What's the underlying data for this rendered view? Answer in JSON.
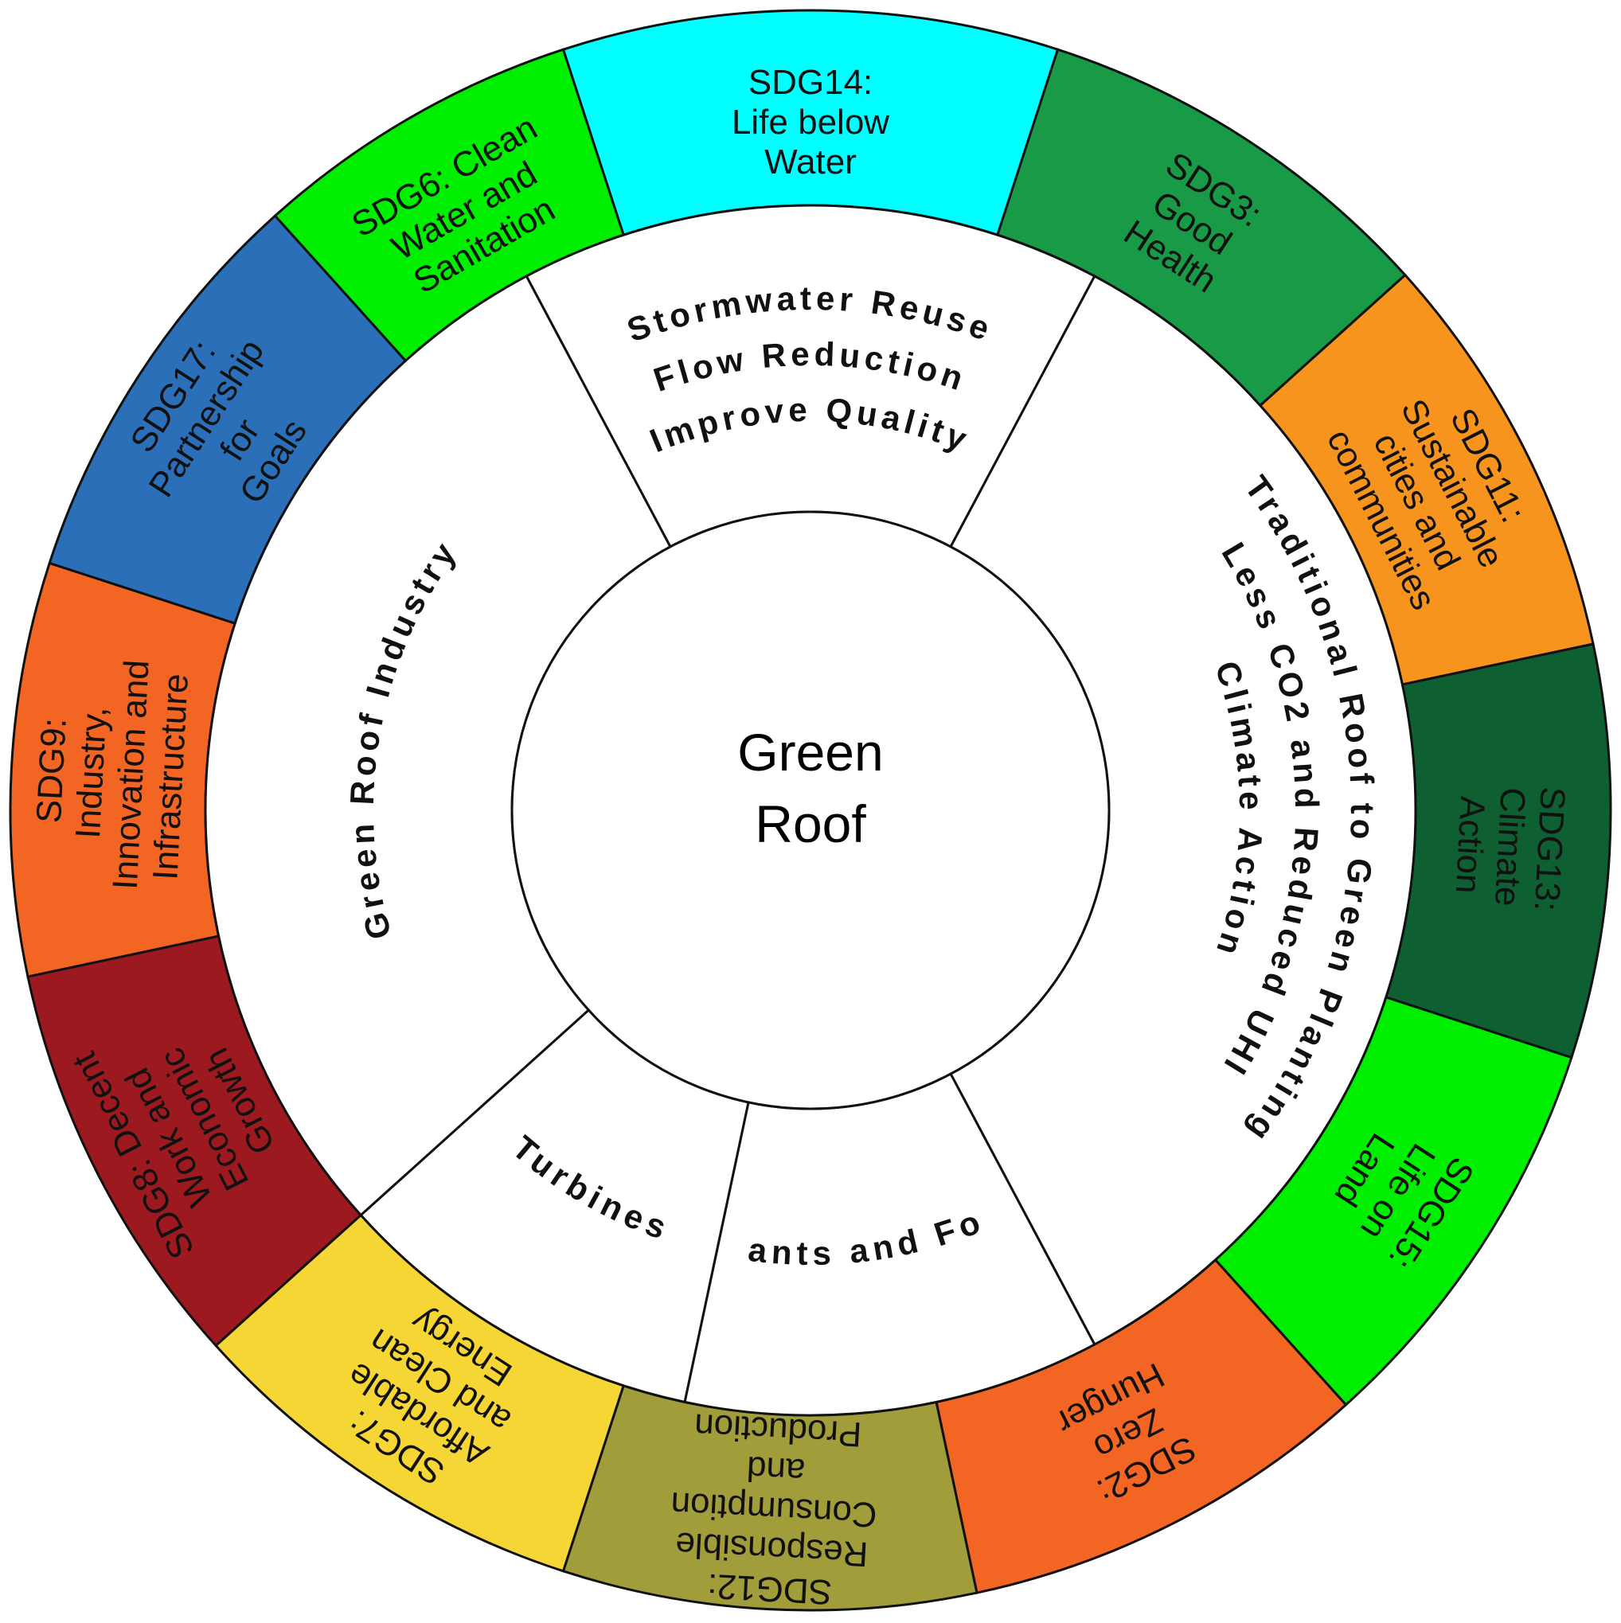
{
  "center": {
    "lines": [
      "Green",
      "Roof"
    ]
  },
  "outer_ring": [
    {
      "label": [
        "SDG14:",
        "Life below",
        "Water"
      ],
      "color": "#00ffff"
    },
    {
      "label": [
        "SDG3:",
        "Good",
        "Health"
      ],
      "color": "#189a47"
    },
    {
      "label": [
        "SDG11:",
        "Sustainable",
        "cities and",
        "communities"
      ],
      "color": "#f7941d"
    },
    {
      "label": [
        "SDG13:",
        "Climate",
        "Action"
      ],
      "color": "#0e5f31"
    },
    {
      "label": [
        "SDG15:",
        "Life on",
        "Land"
      ],
      "color": "#00ee00"
    },
    {
      "label": [
        "SDG2:",
        "Zero",
        "Hunger"
      ],
      "color": "#f26522"
    },
    {
      "label": [
        "SDG12:",
        "Responsible",
        "Consumption",
        "and",
        "Production"
      ],
      "color": "#a09d3a"
    },
    {
      "label": [
        "SDG7:",
        "Affordable",
        "and Clean",
        "Energy"
      ],
      "color": "#f5d634"
    },
    {
      "label": [
        "SDG8: Decent",
        "Work and",
        "Economic",
        "Growth"
      ],
      "color": "#9c1a1f"
    },
    {
      "label": [
        "SDG9:",
        "Industry,",
        "Innovation and",
        "Infrastructure"
      ],
      "color": "#f26522"
    },
    {
      "label": [
        "SDG17:",
        "Partnership",
        "for",
        "Goals"
      ],
      "color": "#2a6fb8"
    },
    {
      "label": [
        "SDG6: Clean",
        "Water and",
        "Sanitation"
      ],
      "color": "#00ee00"
    }
  ],
  "inner_ring": [
    {
      "label": [
        "Stormwater Reuse",
        "Flow Reduction",
        "Improve Quality"
      ]
    },
    {
      "label": [
        "Traditional Roof to Green Planting",
        "Less CO2 and Reduced UHI",
        "Climate Action"
      ]
    },
    {
      "label": [
        "Plants and Food"
      ]
    },
    {
      "label": [
        "Turbines"
      ]
    },
    {
      "label": [
        "Green Roof Industry"
      ]
    }
  ]
}
